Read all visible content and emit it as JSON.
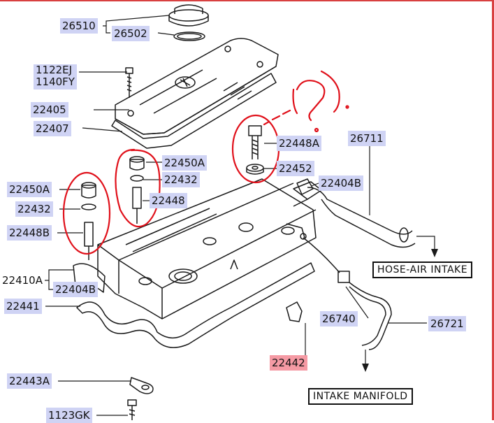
{
  "parts": {
    "p26510": "26510",
    "p26502": "26502",
    "p1122EJ": "1122EJ",
    "p1140FY": "1140FY",
    "p22405": "22405",
    "p22407": "22407",
    "p22448A": "22448A",
    "p22450A_top": "22450A",
    "p22432_top": "22432",
    "p22448": "22448",
    "p22452": "22452",
    "p22404B_top": "22404B",
    "p26711": "26711",
    "p22450A_left": "22450A",
    "p22432_left": "22432",
    "p22448B": "22448B",
    "p22410A": "22410A",
    "p22404B_left": "22404B",
    "p22441": "22441",
    "p26740": "26740",
    "p26721": "26721",
    "p22442": "22442",
    "p22443A": "22443A",
    "p1123GK": "1123GK"
  },
  "callouts": {
    "hose_air_intake": "HOSE-AIR INTAKE",
    "intake_manifold": "INTAKE MANIFOLD"
  },
  "colors": {
    "label_bg": "#cfd3f4",
    "highlight_bg": "#f59aa4",
    "annotation_red": "#e0101a"
  }
}
